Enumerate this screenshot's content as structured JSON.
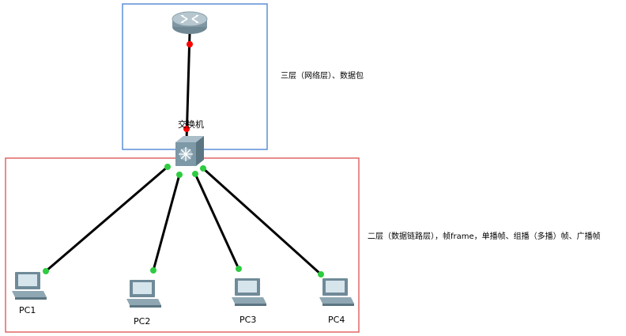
{
  "labels": {
    "switch": "交换机",
    "layer3": "三层（网络层）、数据包",
    "layer2": "二层（数据链路层），帧frame，单播帧、组播（多播）帧、广播帧"
  },
  "pcs": [
    {
      "name": "PC1"
    },
    {
      "name": "PC2"
    },
    {
      "name": "PC3"
    },
    {
      "name": "PC4"
    }
  ],
  "colors": {
    "layer3_box": "#5b8fd6",
    "layer2_box": "#e06666",
    "link": "#000000",
    "port_up": "#2ecc40",
    "port_down": "#ff0000"
  },
  "icons": {
    "router": "router-icon",
    "switch": "multilayer-switch-icon",
    "pc": "pc-icon"
  }
}
